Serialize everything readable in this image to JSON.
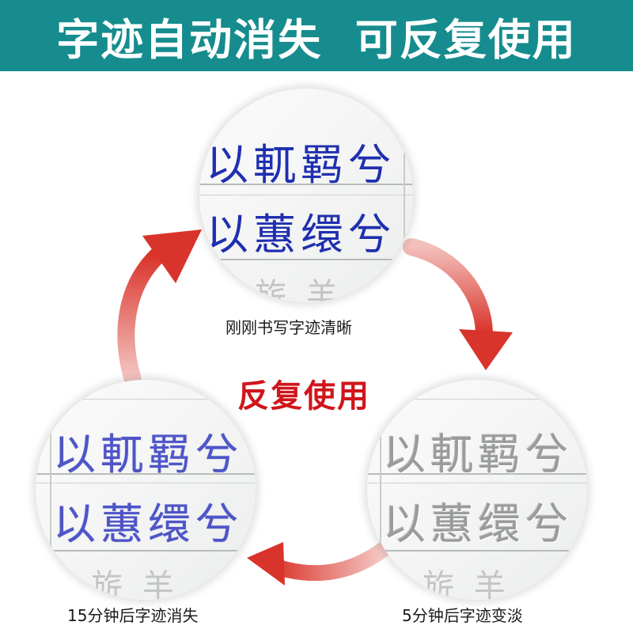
{
  "banner": {
    "title": "字迹自动消失  可反复使用"
  },
  "center_label": "反复使用",
  "samples": {
    "top": {
      "caption": "刚刚书写字迹清晰",
      "line1": "以軏羁兮",
      "line2": "以蕙缳兮",
      "ghost": "旂 羊"
    },
    "right": {
      "caption": "5分钟后字迹变淡",
      "line1": "以軏羁兮",
      "line2": "以蕙缳兮",
      "ghost": "旂 羊"
    },
    "left": {
      "caption": "15分钟后字迹消失",
      "line1": "以軏羁兮",
      "line2": "以蕙缳兮",
      "ghost": "旂 羊"
    }
  },
  "colors": {
    "banner": "#168c8e",
    "arrow": "#d9342b",
    "accent": "#d0161b",
    "ink_fresh": "#1f2fb0"
  },
  "icons": [
    "cycle-arrow-icon"
  ]
}
